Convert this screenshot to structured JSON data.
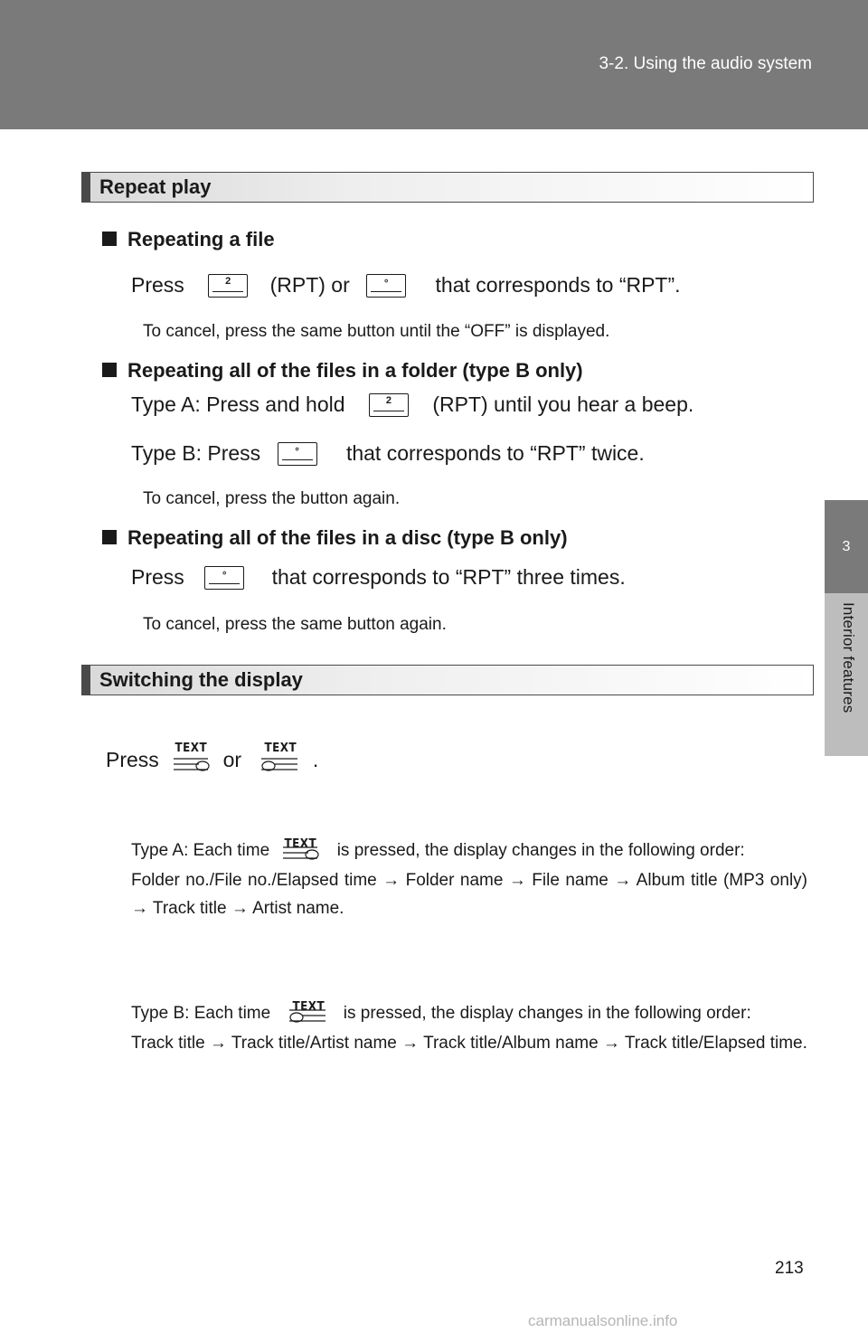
{
  "header": {
    "title": "3-2. Using the audio system"
  },
  "side_tab": {
    "number": "3",
    "label": "Interior features"
  },
  "sections": {
    "repeat_play": {
      "title": "Repeat play",
      "file": {
        "heading": "Repeating a file",
        "press_word": "Press",
        "rpt_or": "(RPT) or",
        "corresponds": "that corresponds to “RPT”.",
        "note": "To cancel, press the same button until the “OFF” is displayed."
      },
      "folder": {
        "heading": "Repeating all of the files in a folder (type B only)",
        "type_a_prefix": "Type A: Press and hold",
        "type_a_suffix": "(RPT) until you hear a beep.",
        "type_b_prefix": "Type B: Press",
        "type_b_suffix": "that corresponds to “RPT” twice.",
        "note": "To cancel, press the button again."
      },
      "disc": {
        "heading": "Repeating all of the files in a disc (type B only)",
        "press_word": "Press",
        "suffix": "that corresponds to “RPT” three times.",
        "note": "To cancel, press the same button again."
      }
    },
    "switching_display": {
      "title": "Switching the display",
      "press_word": "Press",
      "or_word": "or",
      "period": ".",
      "type_a": {
        "prefix": "Type A: Each time",
        "suffix": "is pressed, the display changes in the following order:",
        "order": "Folder no./File no./Elapsed time → Folder name → File name → Album title (MP3 only) → Track title → Artist name."
      },
      "type_b": {
        "prefix": "Type B: Each time",
        "suffix": "is pressed, the display changes in the following order:",
        "order": "Track title → Track title/Artist name → Track title/Album name → Track title/Elapsed time."
      }
    }
  },
  "buttons": {
    "rpt_mark": "2",
    "dot_mark": "∘",
    "text_label": "TEXT"
  },
  "page_number": "213",
  "watermark": "carmanualsonline.info"
}
